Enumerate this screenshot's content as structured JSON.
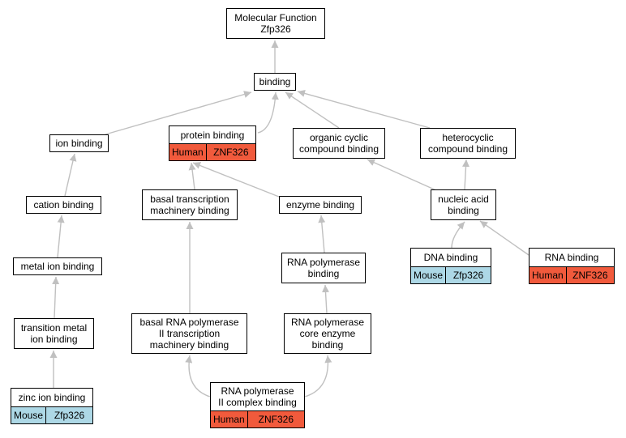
{
  "colors": {
    "human": "#f15a3c",
    "mouse": "#add8e6",
    "edge": "#c0c0c0"
  },
  "nodes": [
    {
      "id": "mf",
      "label": "Molecular Function\nZfp326"
    },
    {
      "id": "binding",
      "label": "binding"
    },
    {
      "id": "ion_binding",
      "label": "ion binding"
    },
    {
      "id": "protein_binding",
      "label": "protein binding",
      "species": "Human",
      "gene": "ZNF326"
    },
    {
      "id": "organic_cyclic",
      "label": "organic cyclic\ncompound binding"
    },
    {
      "id": "heterocyclic",
      "label": "heterocyclic\ncompound binding"
    },
    {
      "id": "cation_binding",
      "label": "cation binding"
    },
    {
      "id": "basal_tx",
      "label": "basal transcription\nmachinery binding"
    },
    {
      "id": "enzyme_binding",
      "label": "enzyme binding"
    },
    {
      "id": "nucleic_acid",
      "label": "nucleic acid\nbinding"
    },
    {
      "id": "metal_ion",
      "label": "metal ion binding"
    },
    {
      "id": "rnap_binding",
      "label": "RNA polymerase\nbinding"
    },
    {
      "id": "dna_binding",
      "label": "DNA binding",
      "species": "Mouse",
      "gene": "Zfp326"
    },
    {
      "id": "rna_binding",
      "label": "RNA binding",
      "species": "Human",
      "gene": "ZNF326"
    },
    {
      "id": "transition_metal",
      "label": "transition metal\nion binding"
    },
    {
      "id": "basal_rnap",
      "label": "basal RNA polymerase\nII transcription\nmachinery binding"
    },
    {
      "id": "rnap_core",
      "label": "RNA polymerase\ncore enzyme\nbinding"
    },
    {
      "id": "zinc_ion",
      "label": "zinc ion binding",
      "species": "Mouse",
      "gene": "Zfp326"
    },
    {
      "id": "rnap2_complex",
      "label": "RNA polymerase\nII complex binding",
      "species": "Human",
      "gene": "ZNF326"
    }
  ],
  "edges": [
    {
      "from": "binding",
      "to": "mf"
    },
    {
      "from": "ion_binding",
      "to": "binding"
    },
    {
      "from": "protein_binding",
      "to": "binding"
    },
    {
      "from": "organic_cyclic",
      "to": "binding"
    },
    {
      "from": "heterocyclic",
      "to": "binding"
    },
    {
      "from": "cation_binding",
      "to": "ion_binding"
    },
    {
      "from": "basal_tx",
      "to": "protein_binding"
    },
    {
      "from": "enzyme_binding",
      "to": "protein_binding"
    },
    {
      "from": "nucleic_acid",
      "to": "organic_cyclic"
    },
    {
      "from": "nucleic_acid",
      "to": "heterocyclic"
    },
    {
      "from": "metal_ion",
      "to": "cation_binding"
    },
    {
      "from": "rnap_binding",
      "to": "enzyme_binding"
    },
    {
      "from": "dna_binding",
      "to": "nucleic_acid"
    },
    {
      "from": "rna_binding",
      "to": "nucleic_acid"
    },
    {
      "from": "transition_metal",
      "to": "metal_ion"
    },
    {
      "from": "basal_rnap",
      "to": "basal_tx"
    },
    {
      "from": "rnap_core",
      "to": "rnap_binding"
    },
    {
      "from": "zinc_ion",
      "to": "transition_metal"
    },
    {
      "from": "rnap2_complex",
      "to": "basal_rnap"
    },
    {
      "from": "rnap2_complex",
      "to": "rnap_core"
    }
  ]
}
